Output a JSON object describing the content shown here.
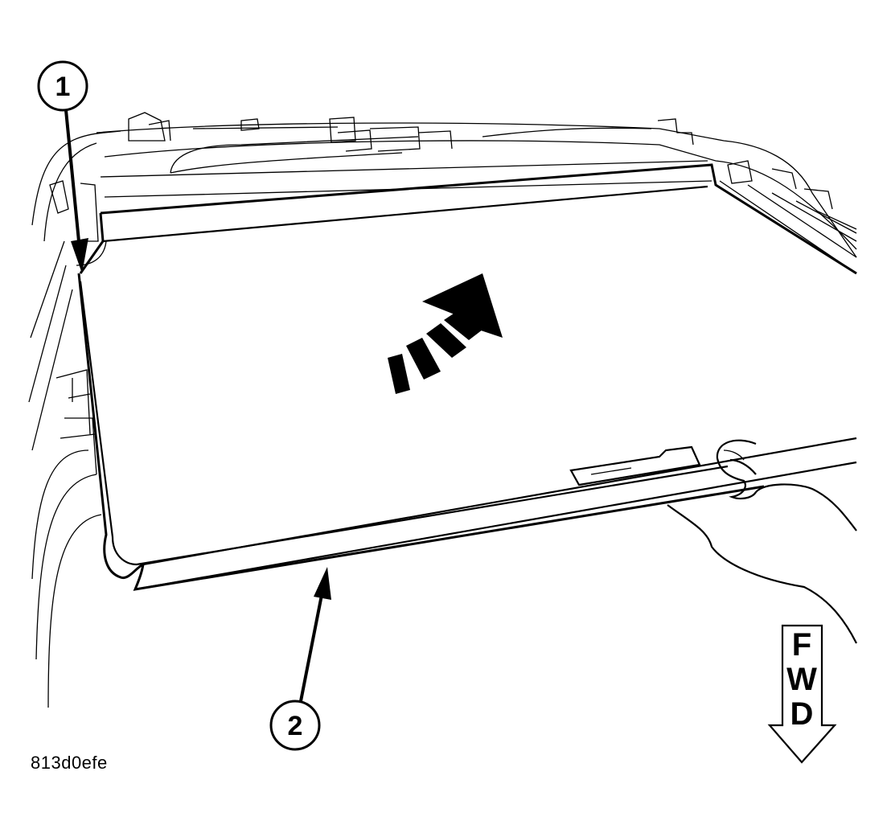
{
  "figure_id": "813d0efe",
  "callouts": [
    {
      "label": "1"
    },
    {
      "label": "2"
    }
  ],
  "fwd_letters": [
    "F",
    "W",
    "D"
  ]
}
